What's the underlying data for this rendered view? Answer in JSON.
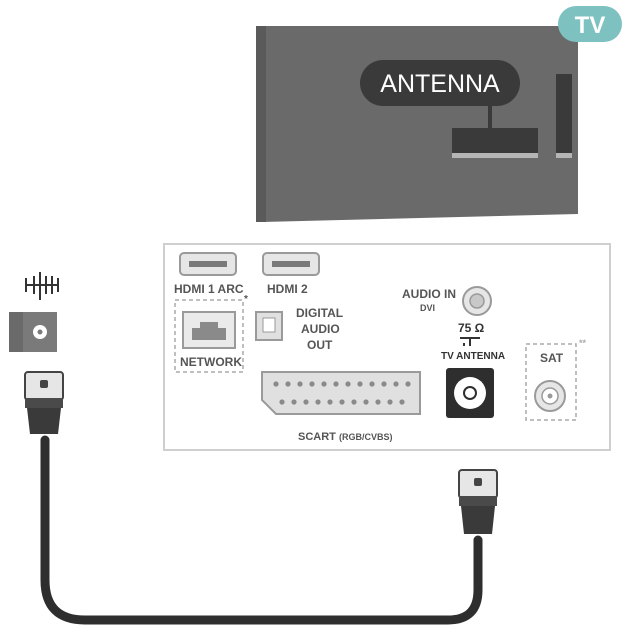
{
  "badge": {
    "label": "TV"
  },
  "tv": {
    "title": "ANTENNA"
  },
  "ports": {
    "hdmi1": "HDMI 1 ARC",
    "hdmi2": "HDMI 2",
    "network": "NETWORK",
    "network_mark": "*",
    "digital_audio": [
      "DIGITAL",
      "AUDIO",
      "OUT"
    ],
    "audio_in": "AUDIO IN",
    "dvi": "DVI",
    "impedance": "75 Ω",
    "tv_antenna": "TV ANTENNA",
    "sat": "SAT",
    "sat_mark": "**",
    "scart": "SCART",
    "scart_sub": "(RGB/CVBS)"
  },
  "colors": {
    "badge": "#7dc1c0",
    "tv_body": "#6a6a6a",
    "tv_pill": "#3a3a3a",
    "cable": "#2e2e2e",
    "panel_border": "#cfcfcf",
    "label": "#555555"
  }
}
